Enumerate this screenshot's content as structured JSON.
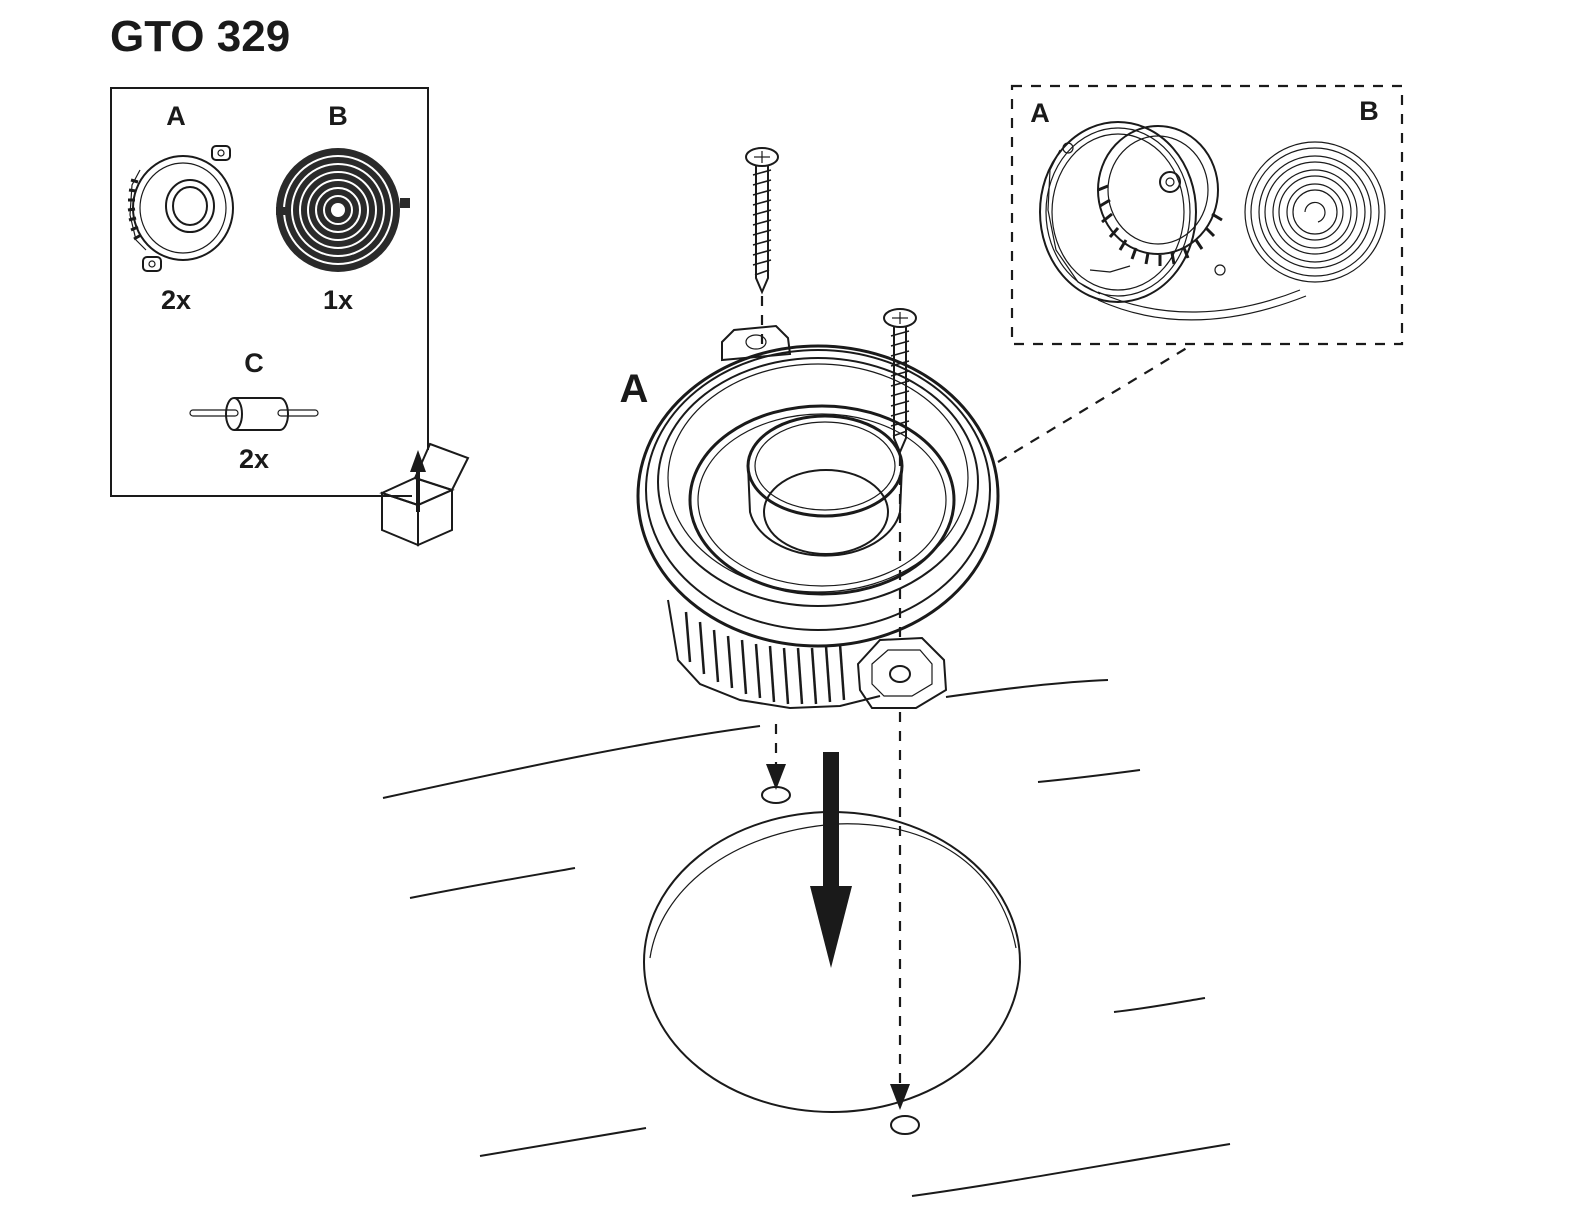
{
  "title": "GTO 329",
  "parts": [
    {
      "letter": "A",
      "qty": "2x",
      "icon": "coaxial-speaker-icon"
    },
    {
      "letter": "B",
      "qty": "1x",
      "icon": "foam-gasket-spiral-icon"
    },
    {
      "letter": "C",
      "qty": "2x",
      "icon": "capacitor-icon"
    }
  ],
  "main_label": "A",
  "inset": {
    "label_left": "A",
    "label_right": "B"
  }
}
